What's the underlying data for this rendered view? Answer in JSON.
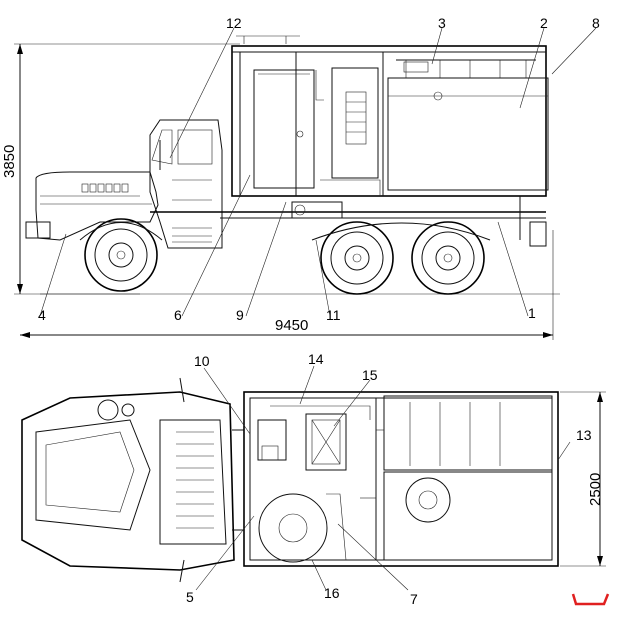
{
  "dimensions": {
    "height": "3850",
    "length": "9450",
    "width": "2500"
  },
  "callouts": {
    "c1": "1",
    "c2": "2",
    "c3": "3",
    "c4": "4",
    "c5": "5",
    "c6": "6",
    "c7": "7",
    "c8": "8",
    "c9": "9",
    "c10": "10",
    "c11": "11",
    "c12": "12",
    "c13": "13",
    "c14": "14",
    "c15": "15",
    "c16": "16"
  },
  "colors": {
    "line": "#111111",
    "corner_mark": "#e02020"
  }
}
